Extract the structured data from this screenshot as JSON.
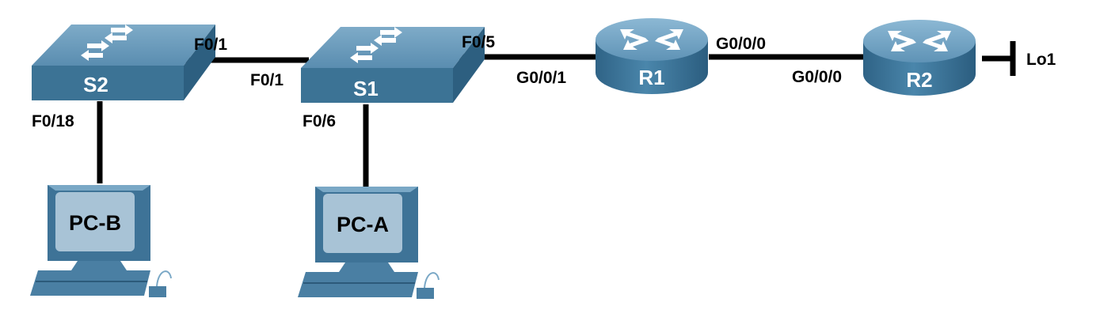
{
  "devices": {
    "s2": {
      "label": "S2",
      "type": "switch"
    },
    "s1": {
      "label": "S1",
      "type": "switch"
    },
    "r1": {
      "label": "R1",
      "type": "router"
    },
    "r2": {
      "label": "R2",
      "type": "router"
    },
    "pcb": {
      "label": "PC-B",
      "type": "pc"
    },
    "pca": {
      "label": "PC-A",
      "type": "pc"
    }
  },
  "ports": {
    "s2_f01": "F0/1",
    "s1_f01": "F0/1",
    "s1_f05": "F0/5",
    "r1_g001": "G0/0/1",
    "r1_g000": "G0/0/0",
    "r2_g000": "G0/0/0",
    "s2_f018": "F0/18",
    "s1_f06": "F0/6",
    "r2_lo1": "Lo1"
  },
  "colors": {
    "link": "#000000",
    "switch_top": "#6a9cbc",
    "switch_front": "#3c7395",
    "router_top": "#7fadcb",
    "router_body": "#3d7598",
    "pc_body": "#4a7fa3",
    "pc_screen": "#a8c3d6"
  }
}
